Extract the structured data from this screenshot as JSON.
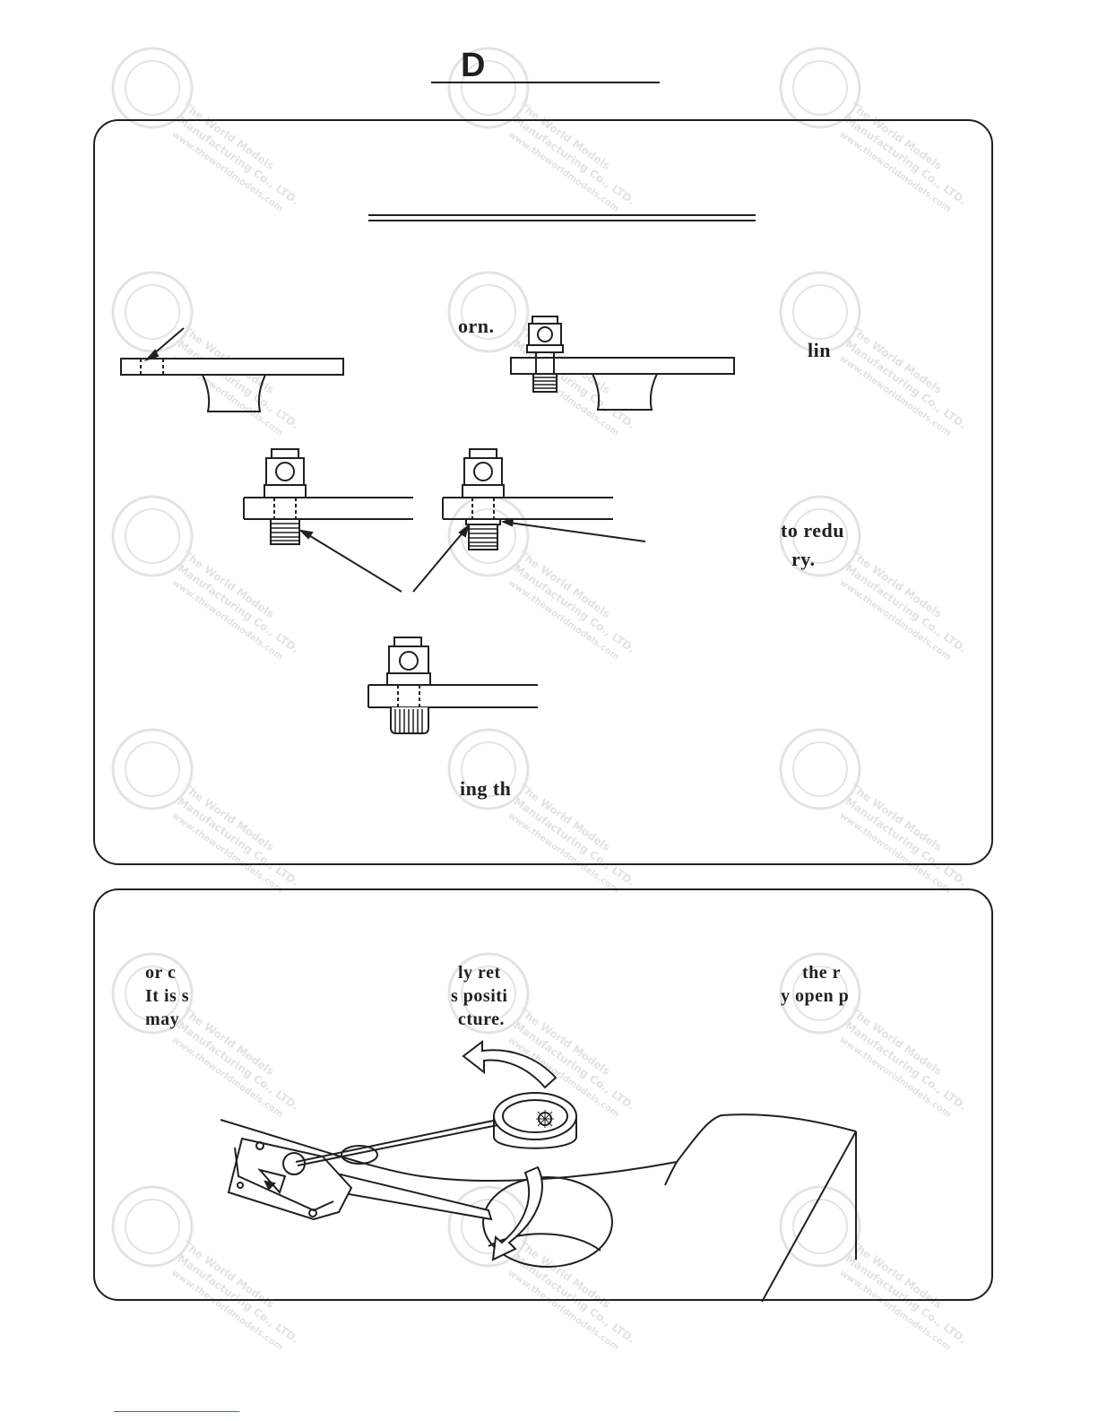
{
  "header": {
    "title_letter": "D"
  },
  "panel_top": {
    "fragments": {
      "orn": "orn.",
      "lin": "lin",
      "to_redu": "to redu",
      "ry": "ry.",
      "ing_th": "ing th"
    }
  },
  "panel_bottom": {
    "fragments": {
      "left_1": "or c",
      "left_2": "It is s",
      "left_3": "may",
      "mid_1": "ly ret",
      "mid_2": "s positi",
      "mid_3": "cture.",
      "right_1": "the r",
      "right_2": "y open p"
    }
  },
  "watermark": {
    "brand_lines": [
      "The World Models",
      "Manufacturing Co., LTD.",
      "www.theworldmodels.com"
    ],
    "color": "#e3e3e3"
  },
  "icons": [
    "knob-icon",
    "arrow-icon",
    "tonearm-icon",
    "curved-arrow-icon"
  ],
  "colors": {
    "ink": "#231f20",
    "link": "#4a5fc1"
  }
}
